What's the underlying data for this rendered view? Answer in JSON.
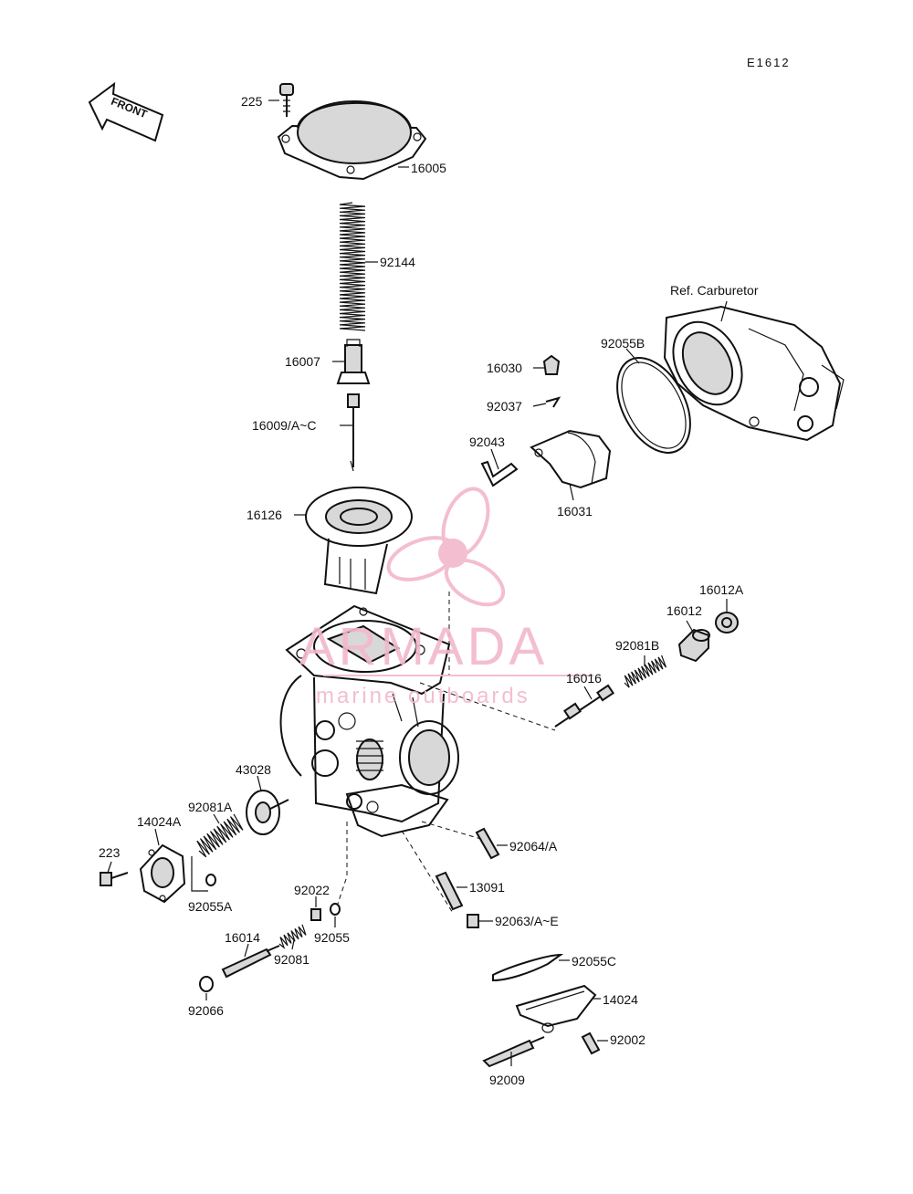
{
  "diagram_code": "E1612",
  "front_label": "FRONT",
  "reference_label": "Ref. Carburetor",
  "watermark": {
    "brand": "ARMADA",
    "tagline": "marine outboards",
    "accent_color": "#f2b8cc"
  },
  "parts": [
    {
      "id": "225",
      "label": "225"
    },
    {
      "id": "16005",
      "label": "16005"
    },
    {
      "id": "92144",
      "label": "92144"
    },
    {
      "id": "16007",
      "label": "16007"
    },
    {
      "id": "16009",
      "label": "16009/A~C"
    },
    {
      "id": "16126",
      "label": "16126"
    },
    {
      "id": "16030",
      "label": "16030"
    },
    {
      "id": "92037",
      "label": "92037"
    },
    {
      "id": "92043",
      "label": "92043"
    },
    {
      "id": "16031",
      "label": "16031"
    },
    {
      "id": "92055B",
      "label": "92055B"
    },
    {
      "id": "16012A",
      "label": "16012A"
    },
    {
      "id": "16012",
      "label": "16012"
    },
    {
      "id": "92081B",
      "label": "92081B"
    },
    {
      "id": "16016",
      "label": "16016"
    },
    {
      "id": "43028",
      "label": "43028"
    },
    {
      "id": "92081A",
      "label": "92081A"
    },
    {
      "id": "14024A",
      "label": "14024A"
    },
    {
      "id": "223",
      "label": "223"
    },
    {
      "id": "92055A",
      "label": "92055A"
    },
    {
      "id": "92064",
      "label": "92064/A"
    },
    {
      "id": "13091",
      "label": "13091"
    },
    {
      "id": "92022",
      "label": "92022"
    },
    {
      "id": "92055",
      "label": "92055"
    },
    {
      "id": "92063",
      "label": "92063/A~E"
    },
    {
      "id": "16014",
      "label": "16014"
    },
    {
      "id": "92081",
      "label": "92081"
    },
    {
      "id": "92066",
      "label": "92066"
    },
    {
      "id": "92055C",
      "label": "92055C"
    },
    {
      "id": "14024",
      "label": "14024"
    },
    {
      "id": "92002",
      "label": "92002"
    },
    {
      "id": "92009",
      "label": "92009"
    }
  ]
}
